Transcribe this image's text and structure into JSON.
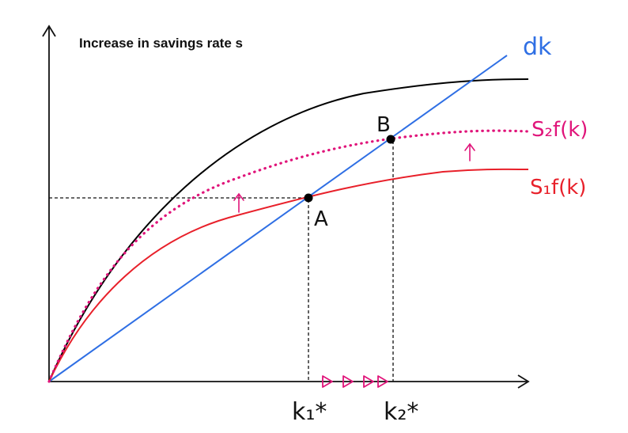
{
  "title": "Increase in savings rate s",
  "colors": {
    "axis": "#111111",
    "production": "#000000",
    "depreciation": "#2f6fe4",
    "savings": "#e8202a",
    "savings_new": "#e0147a",
    "guide": "#111111"
  },
  "labels": {
    "depreciation": "dk",
    "savings_new": "S₂f(k)",
    "savings_old": "S₁f(k)",
    "point_a": "A",
    "point_b": "B",
    "k1": "k₁*",
    "k2": "k₂*",
    "arrow_up": "↑"
  },
  "curves": [
    {
      "name": "production-curve",
      "role": "f(k)",
      "color_key": "production",
      "style": "solid"
    },
    {
      "name": "savings-curve-old",
      "role": "s1 f(k)",
      "color_key": "savings",
      "style": "solid"
    },
    {
      "name": "savings-curve-new",
      "role": "s2 f(k)",
      "color_key": "savings_new",
      "style": "dotted"
    },
    {
      "name": "depreciation-line",
      "role": "d k",
      "color_key": "depreciation",
      "style": "solid"
    }
  ],
  "transition_markers": 4
}
